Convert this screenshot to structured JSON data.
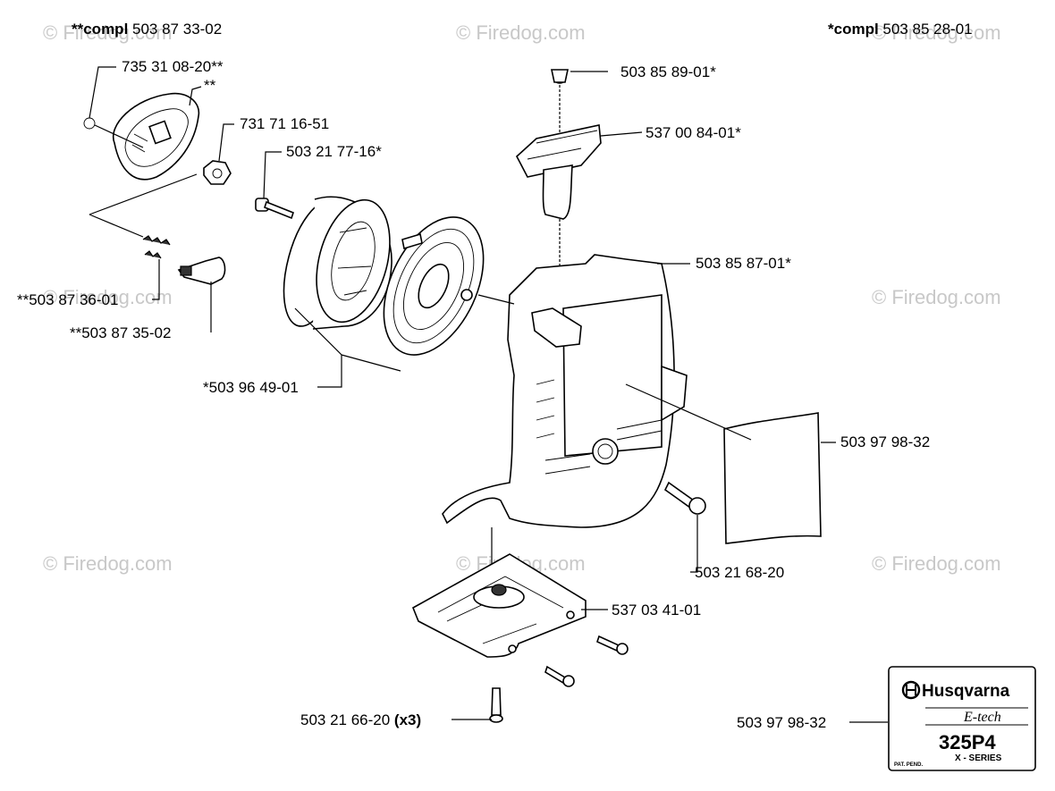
{
  "watermark": "© Firedog.com",
  "labels": {
    "compl_left_prefix": "**compl",
    "compl_left_num": " 503 87 33-02",
    "compl_right_prefix": "*compl",
    "compl_right_num": " 503 85 28-01",
    "p735": "735 31 08-20**",
    "p_star2": "**",
    "p731": "731 71 16-51",
    "p503_21_77": "503 21 77-16*",
    "p503_87_36": "**503 87 36-01",
    "p503_87_35": "**503 87 35-02",
    "p503_96_49": "*503 96 49-01",
    "p503_85_89": "503 85 89-01*",
    "p537_00_84": "537 00 84-01*",
    "p503_85_87": "503 85 87-01*",
    "p503_97_98_a": "503 97 98-32",
    "p503_21_68": "503 21 68-20",
    "p537_03_41": "537 03 41-01",
    "p503_21_66": "503 21 66-20 ",
    "p503_21_66_qty": "(x3)",
    "p503_97_98_b": "503 97 98-32"
  },
  "decal": {
    "brand": "Husqvarna",
    "tech": "E-tech",
    "model": "325P4",
    "series": "X - SERIES",
    "patent": "PAT. PEND."
  }
}
